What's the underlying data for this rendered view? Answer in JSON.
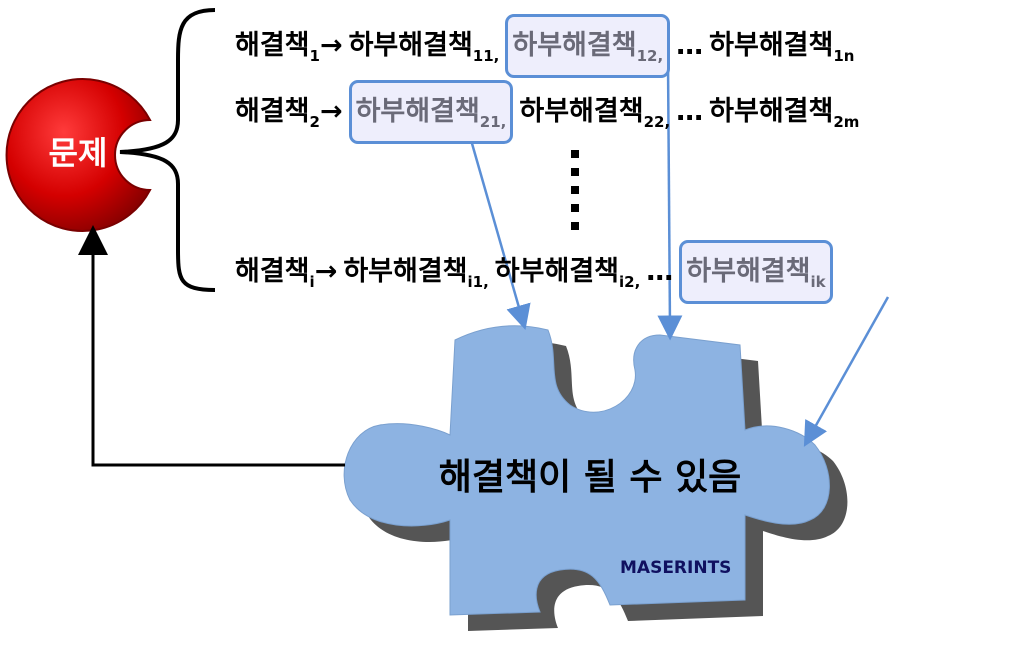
{
  "problem_label": "문제",
  "rows": [
    {
      "head": "해결책",
      "head_sub": "1",
      "arrow": "→",
      "items": [
        {
          "text": "하부해결책",
          "sub": "11,",
          "highlight": false
        },
        {
          "text": "하부해결책",
          "sub": "12,",
          "highlight": true
        },
        {
          "text": "…",
          "sub": "",
          "highlight": false
        },
        {
          "text": "하부해결책",
          "sub": "1n",
          "highlight": false
        }
      ]
    },
    {
      "head": "해결책",
      "head_sub": "2",
      "arrow": "→",
      "items": [
        {
          "text": "하부해결책",
          "sub": "21,",
          "highlight": true
        },
        {
          "text": "하부해결책",
          "sub": "22,",
          "highlight": false
        },
        {
          "text": "…",
          "sub": "",
          "highlight": false
        },
        {
          "text": "하부해결책",
          "sub": "2m",
          "highlight": false
        }
      ]
    },
    {
      "head": "해결책",
      "head_sub": "i",
      "arrow": "→",
      "items": [
        {
          "text": "하부해결책",
          "sub": "i1,",
          "highlight": false
        },
        {
          "text": "하부해결책",
          "sub": "i2,",
          "highlight": false
        },
        {
          "text": "…",
          "sub": "",
          "highlight": false
        },
        {
          "text": "하부해결책",
          "sub": "ik",
          "highlight": true
        }
      ]
    }
  ],
  "puzzle_label": "해결책이 될 수 있음",
  "brand": "MASERINTS",
  "colors": {
    "problem_red": "#cc0000",
    "puzzle_blue": "#8db3e2",
    "highlight_border": "#5b8fd6",
    "shadow": "#555555"
  }
}
